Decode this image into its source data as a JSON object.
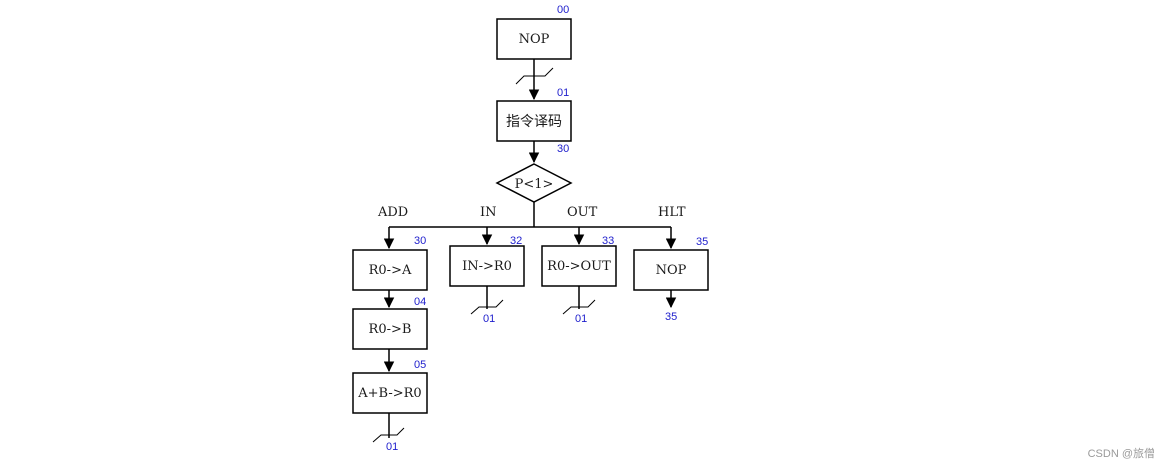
{
  "colors": {
    "line": "#000000",
    "address": "#1d1dcc",
    "text": "#1a1a1a",
    "watermark": "#9a9a9a"
  },
  "nodes": {
    "nop_start": {
      "label": "NOP",
      "addr": "00"
    },
    "decode": {
      "label": "指令译码",
      "addr": "01",
      "addr_after": "30"
    },
    "test": {
      "label": "P<1>"
    },
    "add1": {
      "label": "R0->A",
      "addr": "30"
    },
    "add2": {
      "label": "R0->B",
      "addr": "04"
    },
    "add3": {
      "label": "A+B->R0",
      "addr": "05",
      "next": "01"
    },
    "in": {
      "label": "IN->R0",
      "addr": "32",
      "next": "01"
    },
    "out": {
      "label": "R0->OUT",
      "addr": "33",
      "next": "01"
    },
    "hlt": {
      "label": "NOP",
      "addr": "35",
      "next": "35"
    }
  },
  "branches": {
    "add": "ADD",
    "in": "IN",
    "out": "OUT",
    "hlt": "HLT"
  },
  "watermark": "CSDN @旅僧"
}
